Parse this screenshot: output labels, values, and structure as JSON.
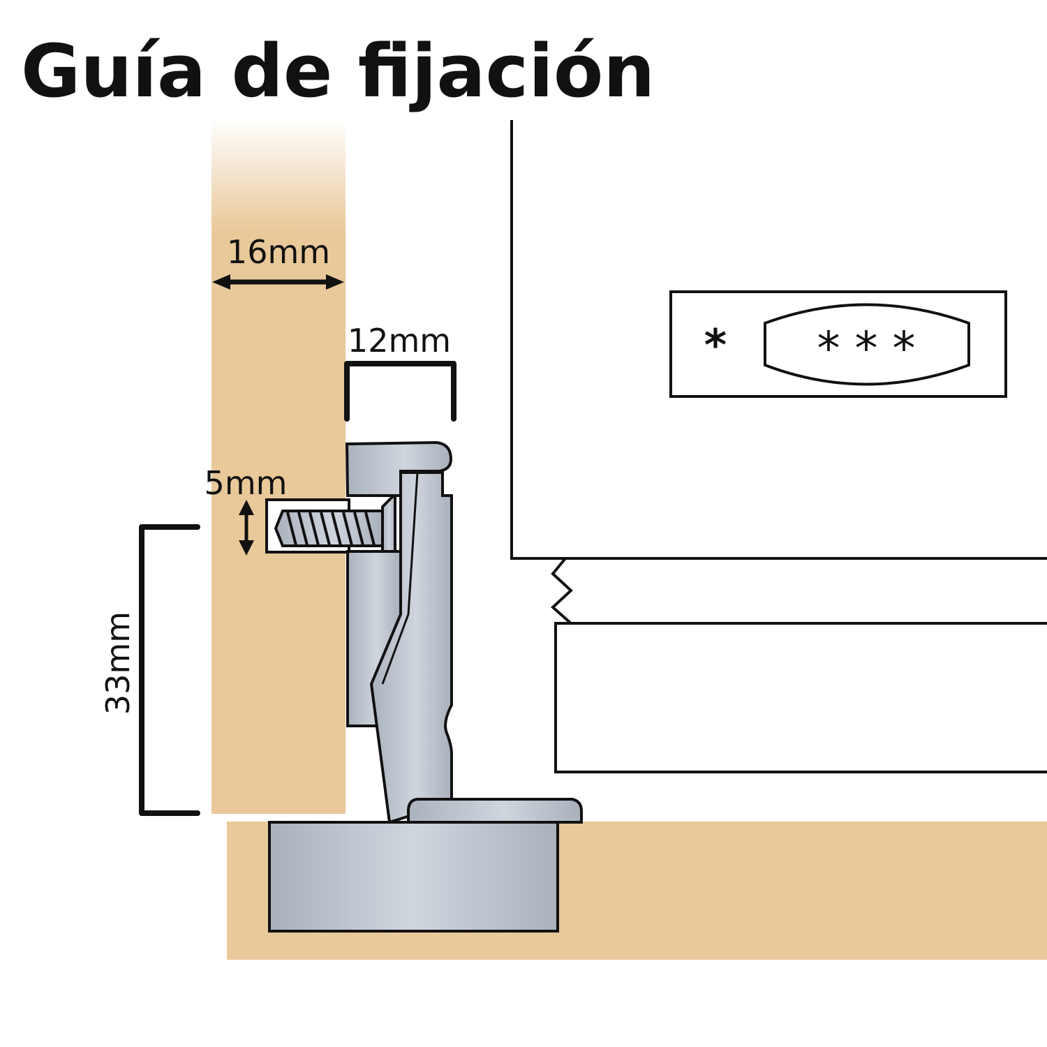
{
  "title": "Guía de fijación",
  "dimensions": {
    "panel_thickness": "16mm",
    "catch_width": "12mm",
    "screw_diameter": "5mm",
    "mount_height": "33mm"
  },
  "label": {
    "mark": "*",
    "stars": "* * *"
  },
  "colors": {
    "wood": "#e9c89a",
    "metal": "#c3cad4",
    "line": "#111111"
  }
}
